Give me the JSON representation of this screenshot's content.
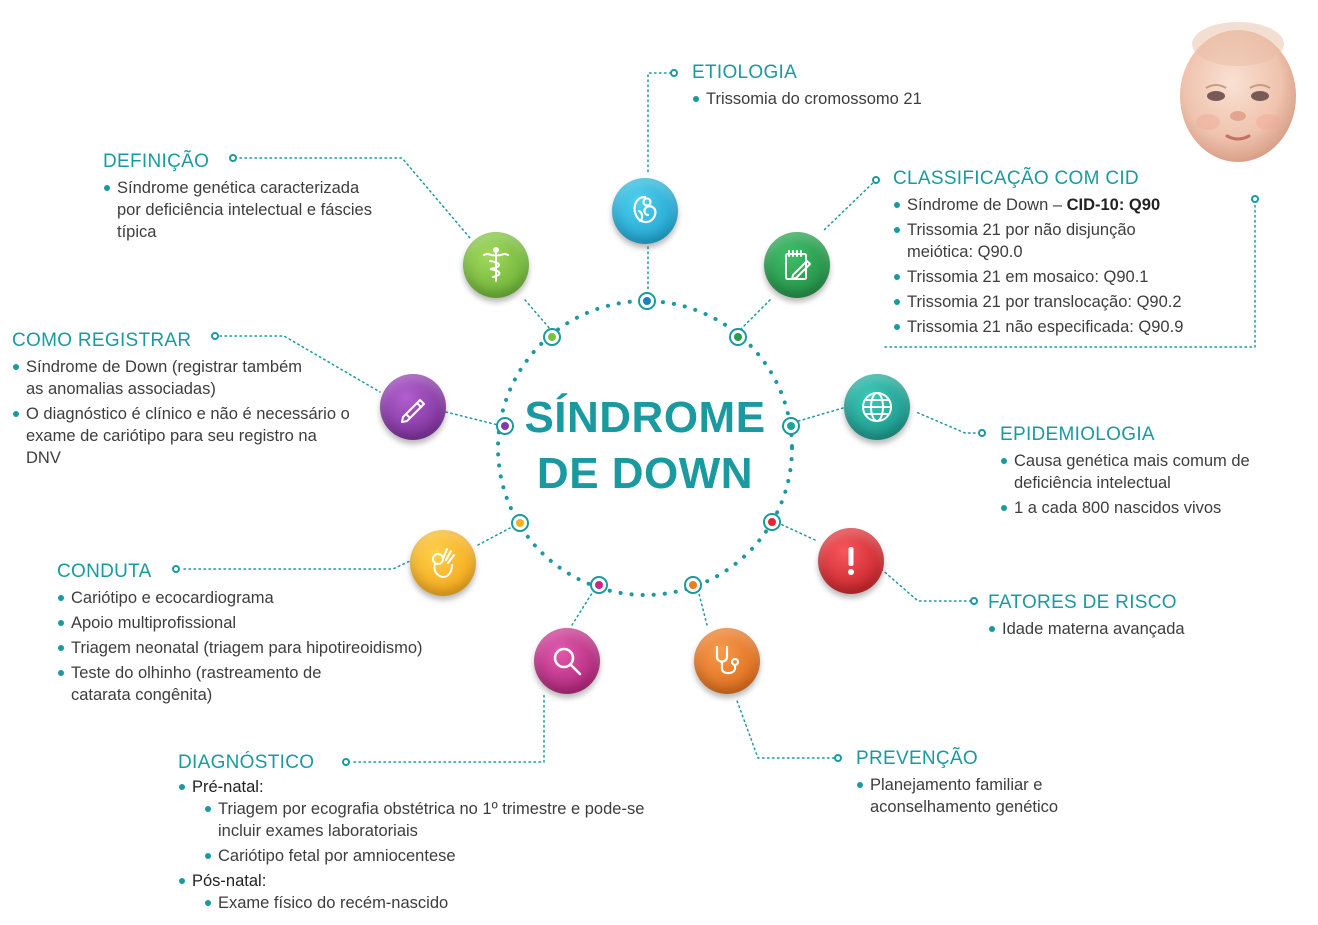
{
  "center": {
    "line1": "SÍNDROME",
    "line2": "DE DOWN"
  },
  "colors": {
    "teal": "#1a9aa0",
    "etiologia": "#1fb3d6",
    "definicao": "#7ac142",
    "classificacao": "#2a9d4c",
    "registrar": "#8a3aa8",
    "epidemiologia": "#1aa79a",
    "conduta": "#f6b21a",
    "fatores": "#e3262d",
    "diagnostico": "#c7278c",
    "prevencao": "#ef7b22"
  },
  "sections": {
    "etiologia": {
      "title": "ETIOLOGIA",
      "items": [
        "Trissomia do cromossomo 21"
      ]
    },
    "definicao": {
      "title": "DEFINIÇÃO",
      "items": [
        "Síndrome genética caracterizada por deficiência intelectual e fáscies típica"
      ]
    },
    "classificacao": {
      "title": "CLASSIFICAÇÃO COM CID",
      "first_prefix": "Síndrome de Down – ",
      "first_bold": "CID-10: Q90",
      "items": [
        "Trissomia 21 por não disjunção meiótica: Q90.0",
        "Trissomia 21 em mosaico: Q90.1",
        "Trissomia 21 por translocação: Q90.2",
        "Trissomia 21 não especificada: Q90.9"
      ]
    },
    "registrar": {
      "title": "COMO REGISTRAR",
      "items": [
        "Síndrome de Down (registrar também as anomalias associadas)",
        "O diagnóstico é clínico e não é necessário o exame de cariótipo para seu registro na DNV"
      ]
    },
    "epidemiologia": {
      "title": "EPIDEMIOLOGIA",
      "items": [
        "Causa genética mais comum de deficiência intelectual",
        "1 a cada 800 nascidos vivos"
      ]
    },
    "conduta": {
      "title": "CONDUTA",
      "items": [
        "Cariótipo e ecocardiograma",
        "Apoio multiprofissional",
        "Triagem neonatal (triagem para hipotireoidismo)",
        "Teste do olhinho (rastreamento de catarata congênita)"
      ]
    },
    "fatores": {
      "title": "FATORES DE RISCO",
      "items": [
        "Idade materna avançada"
      ]
    },
    "diagnostico": {
      "title": "DIAGNÓSTICO",
      "prenatal_label": "Pré-natal",
      "prenatal_suffix": ":",
      "prenatal_items": [
        "Triagem por ecografia obstétrica no 1º trimestre e pode-se incluir exames laboratoriais",
        "Cariótipo fetal por amniocentese"
      ],
      "posnatal_label": "Pós-natal:",
      "posnatal_items": [
        "Exame físico do recém-nascido"
      ]
    },
    "prevencao": {
      "title": "PREVENÇÃO",
      "items": [
        "Planejamento familiar e aconselhamento genético"
      ]
    }
  },
  "icons": {
    "etiologia": "fetus-icon",
    "definicao": "caduceus-icon",
    "classificacao": "notepad-pencil-icon",
    "registrar": "pencil-icon",
    "epidemiologia": "globe-icon",
    "conduta": "ok-hand-icon",
    "fatores": "exclamation-icon",
    "diagnostico": "magnifier-icon",
    "prevencao": "stethoscope-icon"
  }
}
